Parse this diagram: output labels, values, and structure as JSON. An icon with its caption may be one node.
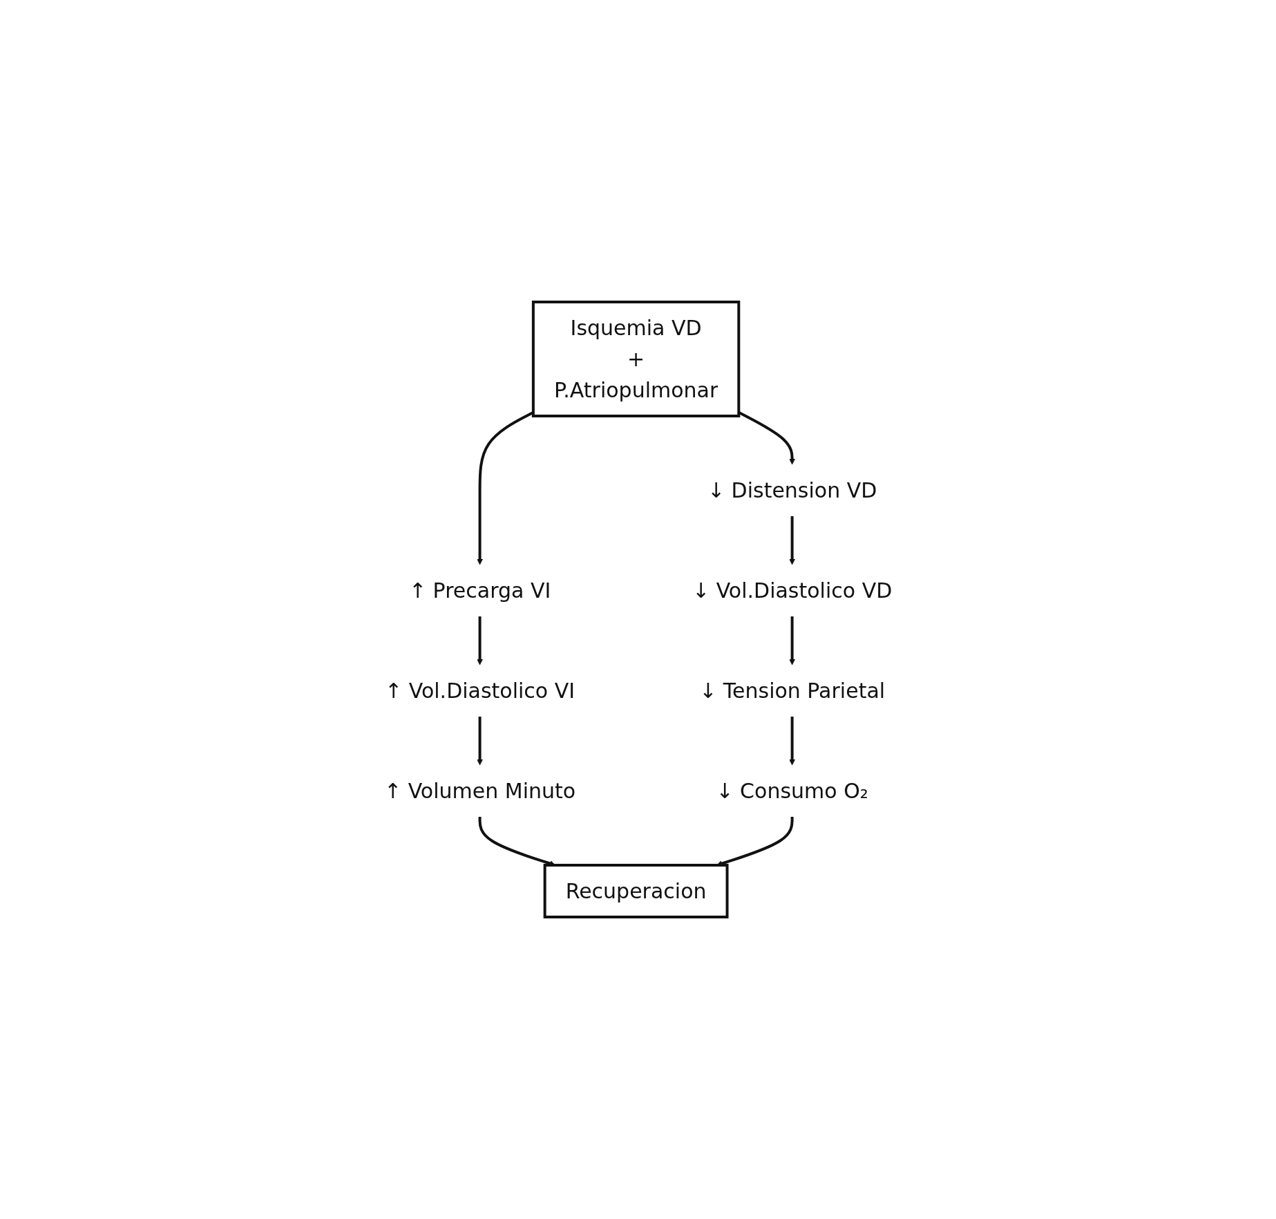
{
  "diagram": {
    "nodes": [
      {
        "text": [
          "Isquemia VD",
          "+",
          "P.Atriopulmonar"
        ]
      },
      {
        "text": [
          "↑ Precarga VI"
        ]
      },
      {
        "text": [
          "↑ Vol.Diastolico VI"
        ]
      },
      {
        "text": [
          "↑ Volumen Minuto"
        ]
      },
      {
        "text": [
          "↓ Distension VD"
        ]
      },
      {
        "text": [
          "↓ Vol.Diastolico VD"
        ]
      },
      {
        "text": [
          "↓ Tension Parietal"
        ]
      },
      {
        "text": [
          "↓ Consumo O₂"
        ]
      },
      {
        "text": [
          "Recuperacion"
        ]
      }
    ],
    "edges": [
      {
        "from": 0,
        "to": 1,
        "arrow": "to"
      },
      {
        "from": 1,
        "to": 2,
        "arrow": "to"
      },
      {
        "from": 2,
        "to": 3,
        "arrow": "to"
      },
      {
        "from": 3,
        "to": 8,
        "arrow": "to"
      },
      {
        "from": 0,
        "to": 4,
        "arrow": "to"
      },
      {
        "from": 4,
        "to": 5,
        "arrow": "to"
      },
      {
        "from": 5,
        "to": 6,
        "arrow": "to"
      },
      {
        "from": 6,
        "to": 7,
        "arrow": "to"
      },
      {
        "from": 7,
        "to": 8,
        "arrow": "to"
      }
    ]
  }
}
